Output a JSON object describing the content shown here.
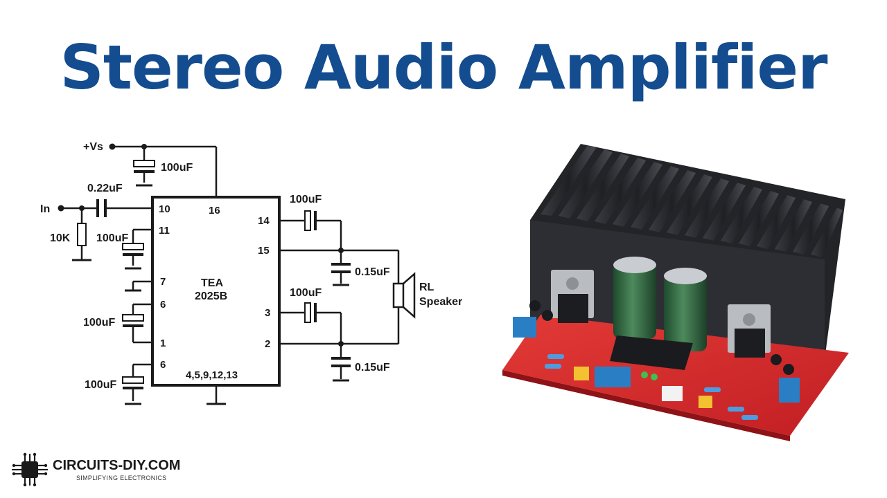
{
  "title": "Stereo Audio Amplifier",
  "schematic": {
    "supply_label": "+Vs",
    "input_label": "In",
    "resistor_label": "10K",
    "input_cap_label": "0.22uF",
    "supply_cap_label": "100uF",
    "pin11_cap_label": "100uF",
    "pin6_1_cap_label": "100uF",
    "pin6_cap_label": "100uF",
    "out_cap_top_label": "100uF",
    "out_cap_bottom_label": "100uF",
    "zobel_top_label": "0.15uF",
    "zobel_bottom_label": "0.15uF",
    "ic_name_line1": "TEA",
    "ic_name_line2": "2025B",
    "ground_pins": "4,5,9,12,13",
    "pins": {
      "p10": "10",
      "p11": "11",
      "p16": "16",
      "p7": "7",
      "p6a": "6",
      "p1": "1",
      "p6b": "6",
      "p14": "14",
      "p15": "15",
      "p3": "3",
      "p2": "2"
    },
    "speaker_label_line1": "RL",
    "speaker_label_line2": "Speaker"
  },
  "logo": {
    "brand": "CIRCUITS-DIY.COM",
    "tagline": "SIMPLIFYING ELECTRONICS"
  },
  "colors": {
    "title": "#134c8f",
    "pcb": "#d9272e",
    "heatsink": "#2b2d31",
    "capacitor": "#2f5e3f",
    "terminal": "#2a7fc4"
  }
}
